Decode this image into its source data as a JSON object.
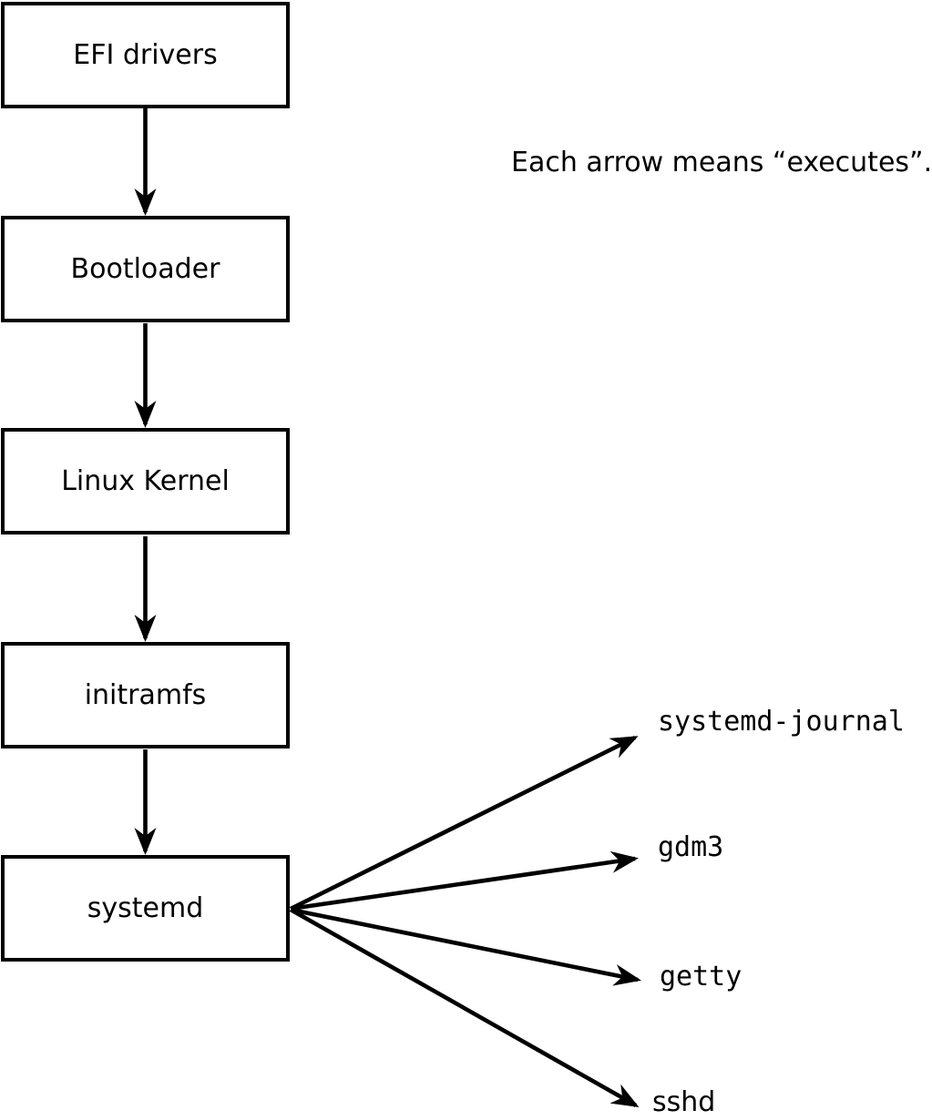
{
  "annotation": {
    "text": "Each arrow means “executes”."
  },
  "flow": {
    "boxes": [
      {
        "label": "EFI drivers"
      },
      {
        "label": "Bootloader"
      },
      {
        "label": "Linux Kernel"
      },
      {
        "label": "initramfs"
      },
      {
        "label": "systemd"
      }
    ]
  },
  "targets": [
    {
      "label": "systemd-journal"
    },
    {
      "label": "gdm3"
    },
    {
      "label": "getty"
    },
    {
      "label": "sshd"
    }
  ],
  "icons": {
    "arrow_meaning": "executes-arrow-icon"
  },
  "colors": {
    "line": "#000000",
    "background": "#ffffff",
    "box_fill": "#ffffff",
    "text": "#000000"
  }
}
